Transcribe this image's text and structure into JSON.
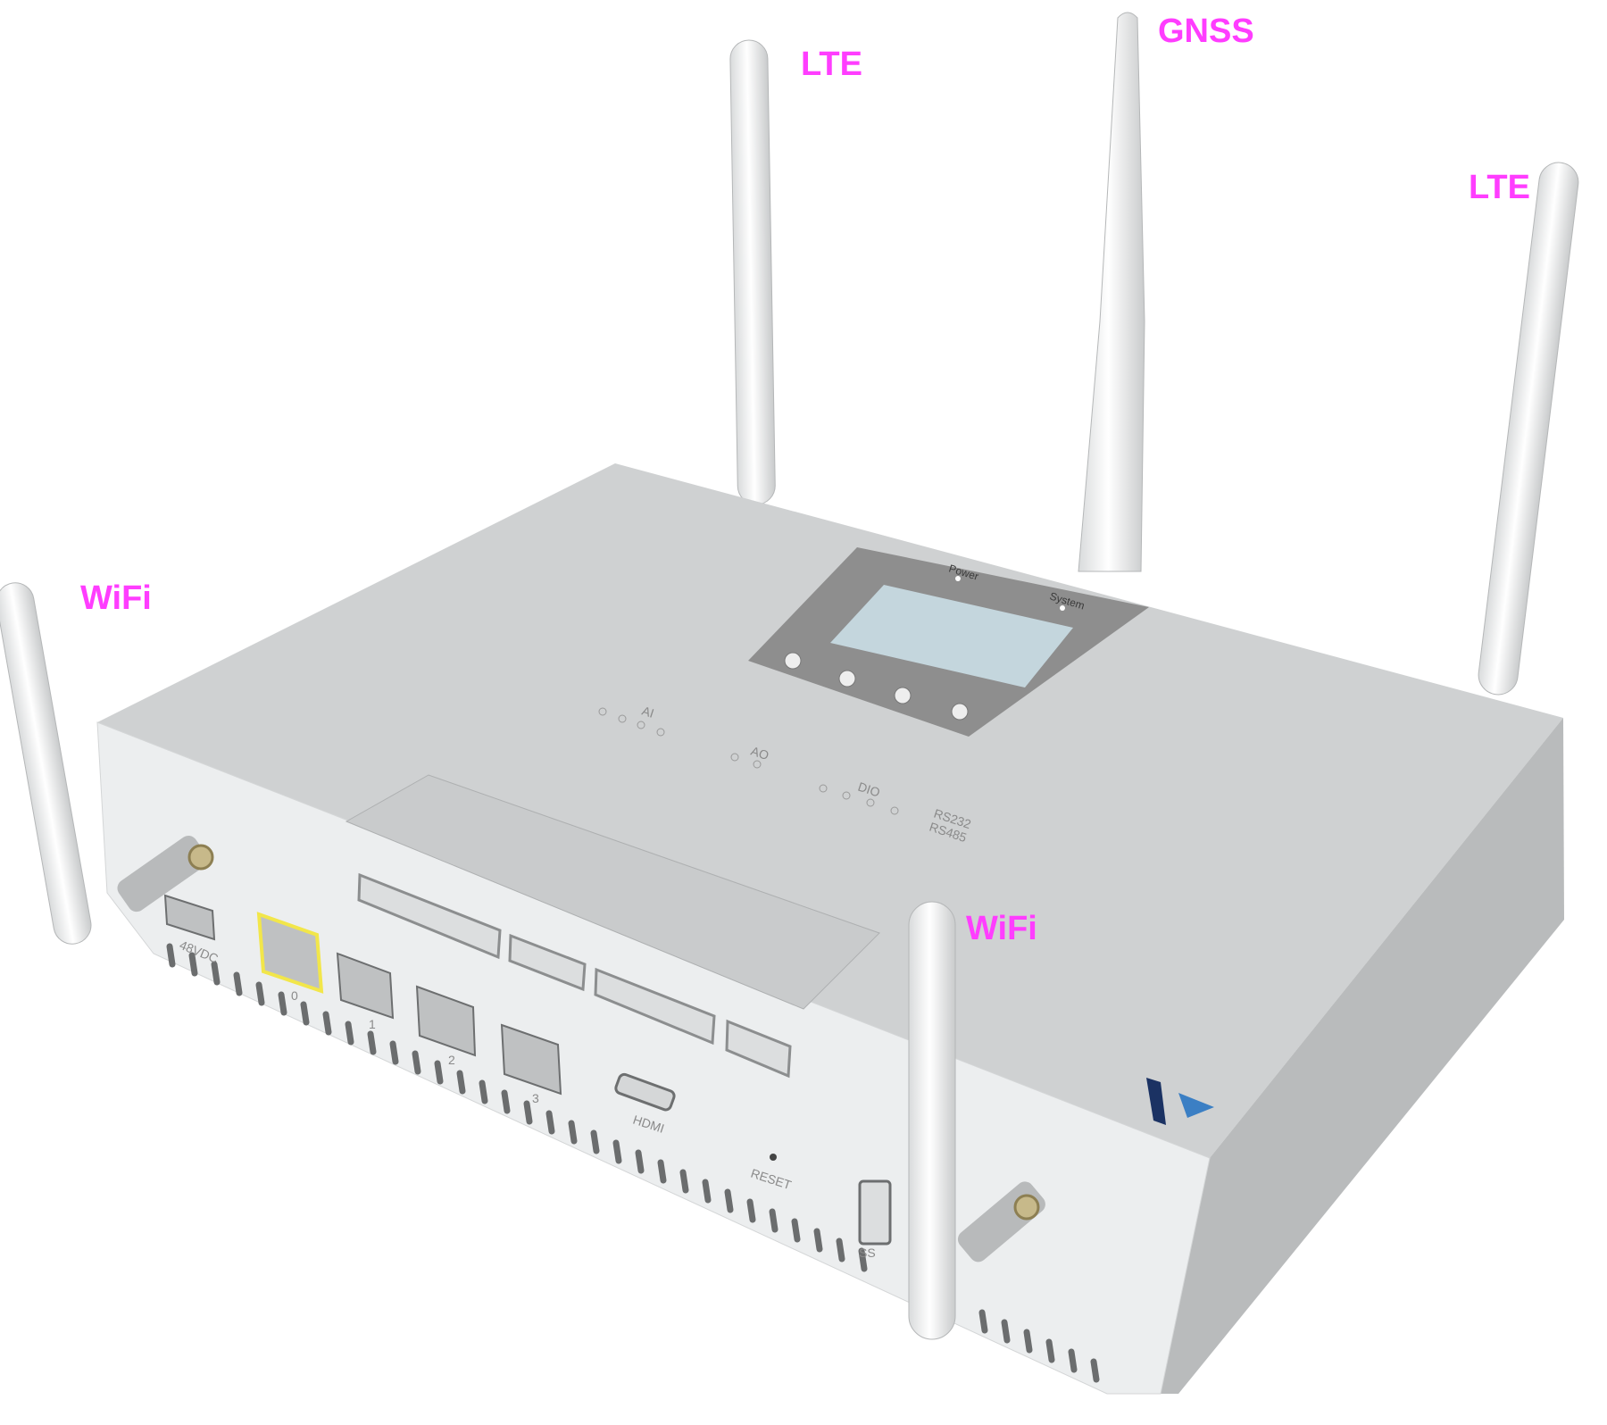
{
  "colors": {
    "callout": "#ff3dff",
    "body_top": "#cfd1d2",
    "body_front": "#eceeef",
    "body_side": "#b9bbbc",
    "panel": "#8e8e8e",
    "screen": "#c4d6dd",
    "port_highlight": "#f2e64a",
    "logo_dark": "#1b3263",
    "logo_light": "#3b7fc4"
  },
  "callouts": {
    "lte_left": "LTE",
    "gnss": "GNSS",
    "lte_right": "LTE",
    "wifi_left": "WiFi",
    "wifi_right": "WiFi"
  },
  "device_labels": {
    "power": "Power",
    "system": "System",
    "ai": "AI",
    "ao": "AO",
    "dio": "DIO",
    "rs232": "RS232",
    "rs485": "RS485",
    "dc_input": "48VDC",
    "eth0": "0",
    "eth1": "1",
    "eth2": "2",
    "eth3": "3",
    "hdmi": "HDMI",
    "reset": "RESET",
    "usb": "SS"
  }
}
